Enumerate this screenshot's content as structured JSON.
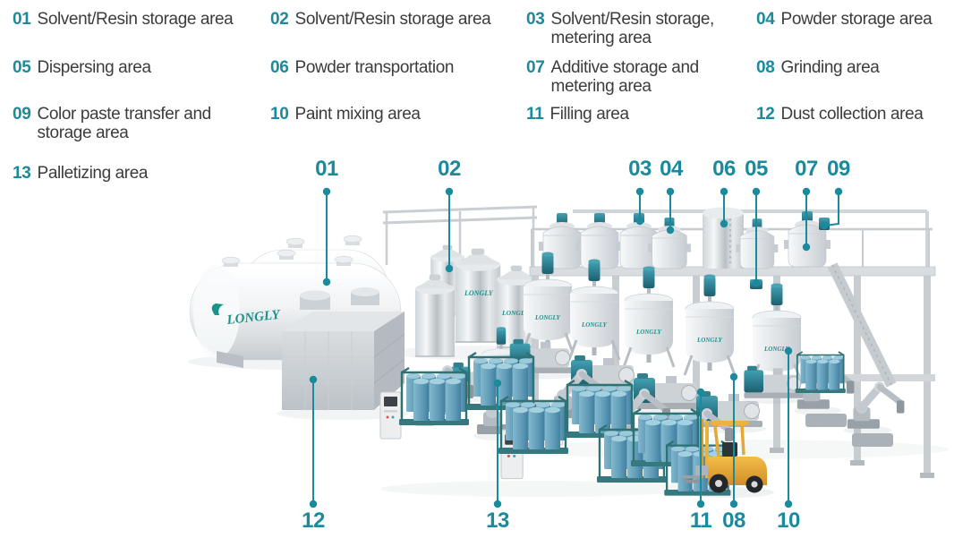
{
  "brand": "LONGLY",
  "colors": {
    "accent": "#1A8A9D",
    "label_text": "#3C3C3C",
    "logo_teal": "#1A9389",
    "machine_teal": "#2E7F90",
    "drum_blue": "#5E9BB8",
    "forklift_yellow": "#E9A83B"
  },
  "legend": {
    "items": [
      {
        "num": "01",
        "label": "Solvent/Resin storage area"
      },
      {
        "num": "02",
        "label": "Solvent/Resin storage area"
      },
      {
        "num": "03",
        "label": "Solvent/Resin storage, metering area"
      },
      {
        "num": "04",
        "label": "Powder storage area"
      },
      {
        "num": "05",
        "label": "Dispersing area"
      },
      {
        "num": "06",
        "label": "Powder transportation"
      },
      {
        "num": "07",
        "label": "Additive storage and metering area"
      },
      {
        "num": "08",
        "label": "Grinding area"
      },
      {
        "num": "09",
        "label": "Color paste transfer and storage area"
      },
      {
        "num": "10",
        "label": "Paint mixing area"
      },
      {
        "num": "11",
        "label": "Filling area"
      },
      {
        "num": "12",
        "label": "Dust collection area"
      },
      {
        "num": "13",
        "label": "Palletizing area"
      }
    ]
  },
  "diagram": {
    "callouts": [
      "01",
      "02",
      "03",
      "04",
      "06",
      "05",
      "07",
      "09",
      "12",
      "13",
      "11",
      "08",
      "10"
    ]
  }
}
